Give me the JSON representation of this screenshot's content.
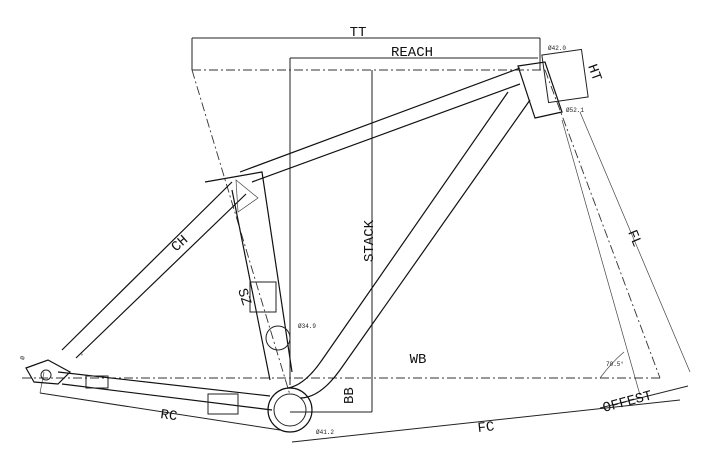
{
  "labels": {
    "tt": "TT",
    "reach": "REACH",
    "ht": "HT",
    "stack": "STACK",
    "fl": "FL",
    "ch": "CH",
    "sz": "SZ",
    "wb": "WB",
    "bb": "BB",
    "rc": "RC",
    "fc": "FC",
    "offset": "OFFEST"
  },
  "small_dims": {
    "d_top": "Ø42.0",
    "d_bottom": "Ø52.1",
    "seat": "Ø34.9",
    "bb_shell": "Ø41.2",
    "angle_head": "70.5°",
    "rear_a": "Ø",
    "rear_b": "°"
  }
}
